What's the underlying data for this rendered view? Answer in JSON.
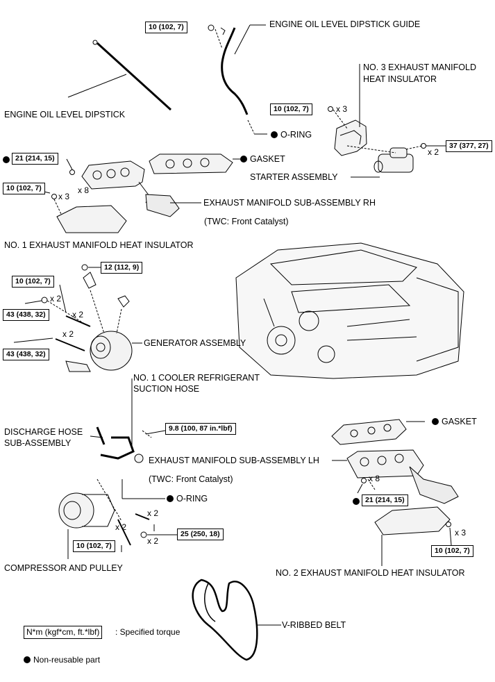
{
  "labels": {
    "dipstick_guide": "ENGINE OIL LEVEL DIPSTICK GUIDE",
    "no3_insulator_line1": "NO. 3 EXHAUST MANIFOLD",
    "no3_insulator_line2": "HEAT INSULATOR",
    "dipstick": "ENGINE OIL LEVEL DIPSTICK",
    "o_ring_top": "O-RING",
    "gasket_top": "GASKET",
    "starter": "STARTER ASSEMBLY",
    "exhaust_rh": "EXHAUST MANIFOLD SUB-ASSEMBLY RH",
    "twc_rh": "(TWC: Front Catalyst)",
    "no1_insulator": "NO. 1 EXHAUST MANIFOLD HEAT INSULATOR",
    "generator": "GENERATOR ASSEMBLY",
    "cooler_hose_line1": "NO. 1 COOLER REFRIGERANT",
    "cooler_hose_line2": "SUCTION HOSE",
    "discharge_line1": "DISCHARGE HOSE",
    "discharge_line2": "SUB-ASSEMBLY",
    "gasket_lh": "GASKET",
    "exhaust_lh": "EXHAUST MANIFOLD SUB-ASSEMBLY LH",
    "twc_lh": "(TWC: Front Catalyst)",
    "o_ring_bottom": "O-RING",
    "compressor": "COMPRESSOR AND PULLEY",
    "no2_insulator": "NO. 2 EXHAUST MANIFOLD HEAT INSULATOR",
    "v_belt": "V-RIBBED BELT"
  },
  "torques": {
    "t_guide": "10 (102, 7)",
    "t_no3": "10 (102, 7)",
    "t_starter": "37 (377, 27)",
    "t_rh_nut": "21 (214, 15)",
    "t_no1": "10 (102, 7)",
    "t_gen_top": "12 (112, 9)",
    "t_gen_bolt": "10 (102, 7)",
    "t_gen_43a": "43 (438, 32)",
    "t_gen_43b": "43 (438, 32)",
    "t_hose": "9.8 (100, 87 in.*lbf)",
    "t_lh_nut": "21 (214, 15)",
    "t_comp_25": "25 (250, 18)",
    "t_comp_10": "10 (102, 7)",
    "t_no2": "10 (102, 7)"
  },
  "multipliers": {
    "m_no3": "x 3",
    "m_starter": "x 2",
    "m_rh": "x 8",
    "m_no1": "x 3",
    "m_gen1": "x 2",
    "m_gen2": "x 2",
    "m_gen3": "x 2",
    "m_lh": "x 8",
    "m_no2": "x 3",
    "m_comp1": "x 2",
    "m_comp2": "x 2",
    "m_comp3": "x 2"
  },
  "legend": {
    "torque_box": "N*m (kgf*cm, ft.*lbf)",
    "torque_text": ": Specified torque",
    "nonreusable": "Non-reusable part"
  }
}
